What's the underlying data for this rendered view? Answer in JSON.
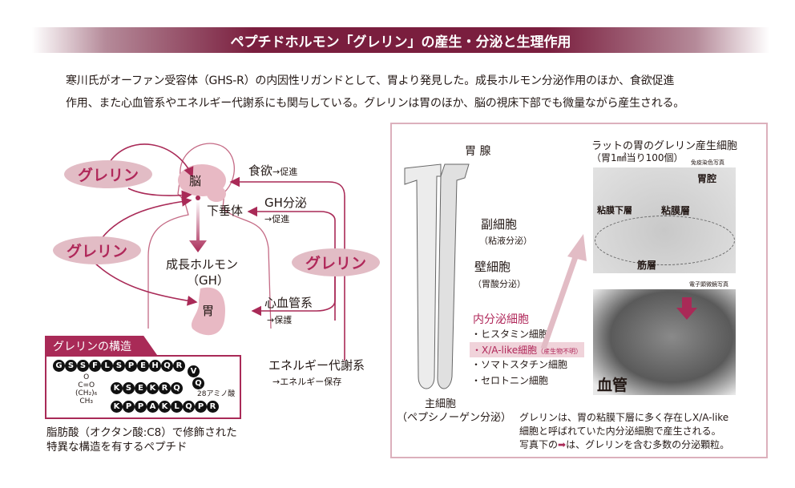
{
  "title": "ペプチドホルモン「グレリン」の産生・分泌と生理作用",
  "intro": [
    "寒川氏がオーファン受容体（GHS-R）の内因性リガンドとして、胃より発見した。成長ホルモン分泌作用のほか、食欲促進",
    "作用、また心血管系やエネルギー代謝系にも関与している。グレリンは胃のほか、脳の視床下部でも微量ながら産生される。"
  ],
  "diagram": {
    "ghrelin": "グレリン",
    "brain": "脳",
    "pituitary": "下垂体",
    "gh": "成長ホルモン",
    "gh2": "（GH）",
    "stomach": "胃",
    "appetite": "食欲",
    "appetite_effect": "→促進",
    "gh_secretion": "GH分泌",
    "gh_effect": "→促進",
    "cardio": "心血管系",
    "cardio_effect": "→保護",
    "energy": "エネルギー代謝系",
    "energy_effect": "→エネルギー保存"
  },
  "structure": {
    "title": "グレリンの構造",
    "row1": [
      "G",
      "S",
      "S",
      "F",
      "L",
      "S",
      "P",
      "E",
      "H",
      "Q",
      "R"
    ],
    "v": "V",
    "q": "Q",
    "row2": [
      "K",
      "S",
      "E",
      "K",
      "R",
      "Q"
    ],
    "row3": [
      "K",
      "P",
      "P",
      "A",
      "K",
      "L",
      "Q",
      "P",
      "R"
    ],
    "chain": [
      "O",
      "C=O",
      "(CH₂)₆",
      "CH₃"
    ],
    "length": "28アミノ酸",
    "caption": [
      "脂肪酸（オクタン酸:C8）で修飾された",
      "特異な構造を有するペプチド"
    ]
  },
  "gland": {
    "title": "胃 腺",
    "accessory": "副細胞",
    "accessory_sub": "（粘液分泌）",
    "parietal": "壁細胞",
    "parietal_sub": "（胃酸分泌）",
    "endocrine": "内分泌細胞",
    "endocrine_items": [
      "・ヒスタミン細胞",
      "・X/A-like細胞",
      "・ソマトスタチン細胞",
      "・セロトニン細胞"
    ],
    "xa_note": "（産生物不明）",
    "chief": "主細胞",
    "chief_sub": "（ペプシノーゲン分泌）"
  },
  "photos": {
    "title": "ラットの胃のグレリン産生細胞",
    "subtitle": "（胃1㎟当り100個）",
    "ihc_label": "免疫染色写真",
    "lumen": "胃腔",
    "submucosa": "粘膜下層",
    "mucosa": "粘膜層",
    "muscle": "筋層",
    "em_label": "電子顕微鏡写真",
    "vessel": "血管"
  },
  "note": [
    "グレリンは、胃の粘膜下層に多く存在しX/A-like",
    "細胞と呼ばれていた内分泌細胞で産生される。",
    "写真下の",
    "は、グレリンを含む多数の分泌顆粒。"
  ],
  "colors": {
    "accent": "#a92a57",
    "pill": "#e2bcc5",
    "body": "#e8b9c4"
  }
}
